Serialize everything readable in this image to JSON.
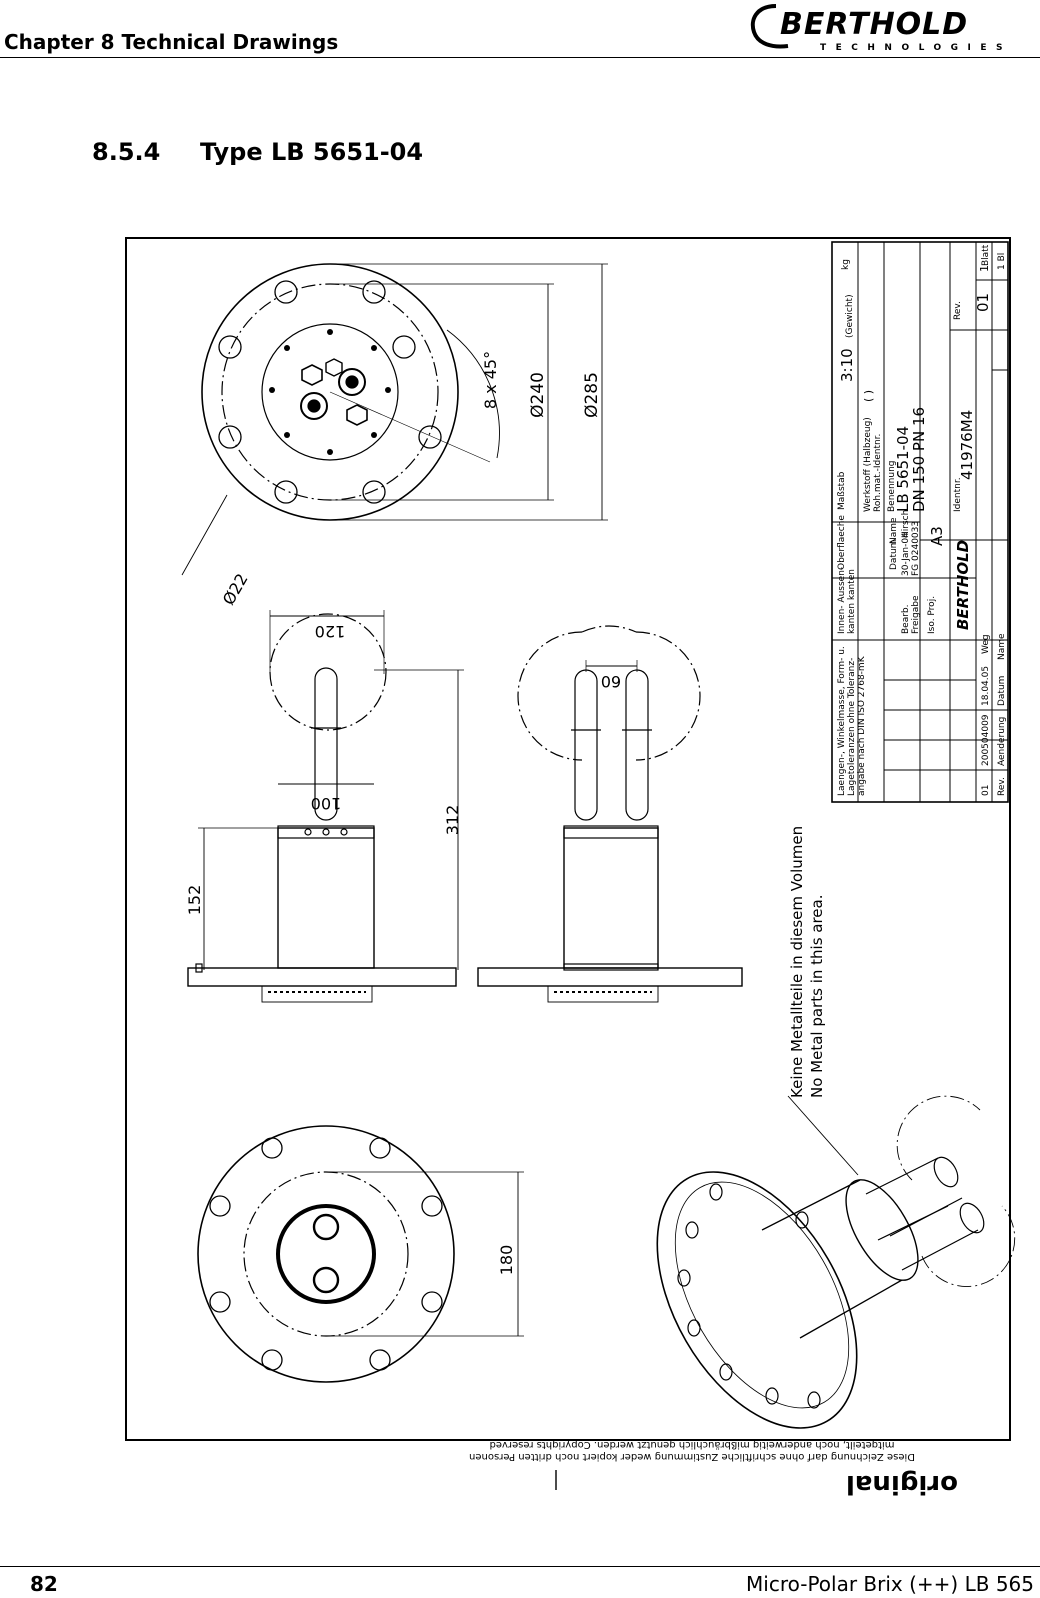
{
  "header": {
    "chapter": "Chapter 8 Technical Drawings",
    "logo": {
      "name": "BERTHOLD",
      "sub": "TECHNOLOGIES"
    }
  },
  "section": {
    "number": "8.5.4",
    "title": "Type LB 5651-04"
  },
  "drawing": {
    "dims": {
      "d285": "Ø285",
      "d240": "Ø240",
      "holes": "8 x 45°",
      "d22": "Ø22",
      "w120": "120",
      "w100": "100",
      "h312": "312",
      "h152": "152",
      "w60": "60",
      "h180": "180"
    },
    "note": {
      "de": "Keine Metallteile in diesem Volumen",
      "en": "No Metal parts in this area."
    },
    "title_block": {
      "masstab_label": "Maßstab",
      "masstab": "3:10",
      "gewicht_label": "(Gewicht)",
      "kg": "kg",
      "werkstoff": "Werkstoff (Halbzeug)",
      "rohmat": "Roh.mat.-Identnr.",
      "parens": "( )",
      "benennung_label": "Benennung",
      "benennung1": "LB 5651-04",
      "benennung2": "DN 150 PN 16",
      "identnr_label": "Identnr.",
      "identnr": "41976M4",
      "rev_label": "Rev.",
      "rev": "01",
      "blatt_label": "Blatt",
      "blatt": "1",
      "bl": "1 Bl",
      "oberflaeche": "Oberflaeche",
      "innen": "Innen- Aussen-",
      "kanten": "kanten kanten",
      "datum": "Datum",
      "name": "Name",
      "bearb": "Bearb.",
      "bearb_date": "30-Jan-04",
      "bearb_name": "Hirsch",
      "freigabe": "Freigabe",
      "freigabe_val": "FG 0240033",
      "iso": "Iso. Proj.",
      "format": "A3",
      "tol1": "Laengen-, Winkelmasse, Form- u.",
      "tol2": "Lagetoleranzen ohne Toleranz-",
      "tol3": "angabe nach DIN ISO 2768-mK",
      "rev_row_rev": "01",
      "rev_row_change": "200504009",
      "rev_row_date": "18.04.05",
      "rev_row_name": "Weg",
      "col_rev": "Rev.",
      "col_aenderung": "Aenderung",
      "col_datum": "Datum",
      "col_name": "Name"
    },
    "copyright1": "Diese Zeichnung darf ohne schriftliche Zustimmung weder kopiert noch dritten Personen",
    "copyright2": "mitgeteilt, noch anderweitig mißbräuchlich genutzt werden. Copyrights reserved",
    "stamp": "original"
  },
  "footer": {
    "page": "82",
    "product": "Micro-Polar Brix (++) LB 565"
  }
}
